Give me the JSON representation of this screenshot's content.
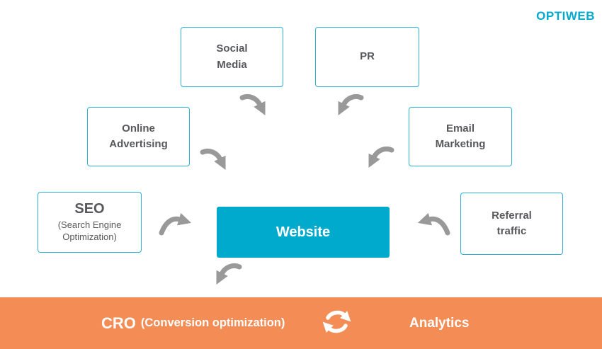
{
  "logo": {
    "label": "OPTIWEB"
  },
  "colors": {
    "accent_cyan": "#00aacc",
    "box_border_cyan": "#2bb2d4",
    "bar_orange": "#f48c56",
    "arrow_gray": "#999999",
    "node_text": "#57585b"
  },
  "icons": {
    "sync": "sync-arrows-icon",
    "flow_arrow": "curved-arrow-icon"
  },
  "nodes": {
    "social_media": {
      "label": "Social\nMedia"
    },
    "pr": {
      "label": "PR"
    },
    "online_advertising": {
      "label": "Online\nAdvertising"
    },
    "email_marketing": {
      "label": "Email\nMarketing"
    },
    "seo": {
      "title": "SEO",
      "subtitle": "(Search Engine\nOptimization)"
    },
    "referral_traffic": {
      "label": "Referral\ntraffic"
    },
    "website": {
      "label": "Website"
    }
  },
  "bottom_bar": {
    "cro_title": "CRO",
    "cro_subtitle": "(Conversion optimization)",
    "analytics_label": "Analytics"
  }
}
